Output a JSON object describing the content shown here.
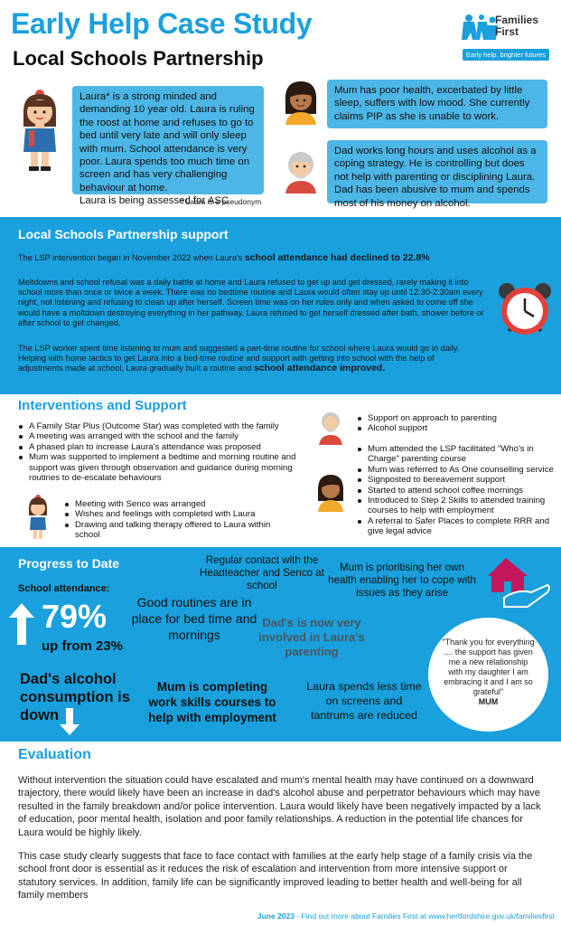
{
  "header": {
    "title": "Early Help Case Study",
    "subtitle": "Local Schools Partnership",
    "logo_name": "Families First",
    "logo_tagline": "Early help. brighter futures"
  },
  "story": {
    "laura": "Laura* is a strong minded and demanding 10 year old. Laura is ruling the roost at home and refuses to go to bed until very late and will only sleep with mum. School attendance is very poor. Laura spends too much time on screen and has very challenging behaviour at home.",
    "laura_asc": "Laura is being assessed for ASC",
    "mum": "Mum has poor health, excerbated by little sleep, suffers with low mood. She currently claims PIP as she is unable to work.",
    "dad": "Dad works long hours and uses alcohol as a coping strategy. He is controlling but does not help with parenting or disciplining Laura. Dad has been abusive to mum and spends most of his money on alcohol.",
    "pseudonym_note": "* Laura is a pseudonym"
  },
  "lsp": {
    "heading": "Local Schools Partnership support",
    "p1_start": "The LSP intervention began in November 2022 when Laura's ",
    "p1_bold": "school attendance had declined to 22.8%",
    "p2": "Meltdowns and school refusal was a daily battle at home and Laura refused to get up and get dressed, rarely making it into school more than once or twice a week. There was no bedtime routine and Laura would often stay up until 12:30-2:30am every night, not listening and refusing to clean up after herself. Screen time was on her rules only and when asked to come off she would have a meltdown destroying everything in her pathway. Laura refused to get herself dressed after bath, shower before or after school to get changed.",
    "p3_start": "The LSP worker spent time listening to mum and suggested a part-time routine for school where Laura would go in daily. Helping with home tactics to get Laura into a bed-time routine and support with getting into school with the help of adjustments made at school, Laura gradually built a routine and ",
    "p3_bold": "school attendance improved."
  },
  "interventions": {
    "heading": "Interventions and Support",
    "family": [
      "A Family Star Plus (Outcome Star) was completed with the family",
      "A meeting was arranged with the school and the family",
      "A phased plan to increase Laura's attendance was proposed",
      "Mum was supported to implement a bedtime and morning routine and support was given through observation and guidance during morning routines to de-escalate behaviours"
    ],
    "laura": [
      "Meeting with Senco was arranged",
      "Wishes and feelings with completed with Laura",
      "Drawing and talking therapy offered to Laura within school"
    ],
    "dad": [
      "Support on approach to parenting",
      "Alcohol support"
    ],
    "mum": [
      "Mum attended the LSP facilitated \"Who's in Charge\" parenting course",
      "Mum was referred to As One counselling service",
      "Signposted to bereavement support",
      "Started to attend school coffee mornings",
      "Introduced to Step 2 Skills to attended training courses to help with employment",
      "A referral to Safer Places to complete RRR and give legal advice"
    ]
  },
  "progress": {
    "heading": "Progress to Date",
    "attendance_label": "School attendance:",
    "attendance_pct": "79%",
    "attendance_from": "up from 23%",
    "dad_alcohol": "Dad's alcohol consumption is down",
    "headteacher": "Regular contact with the Headteacher and Senco at school",
    "mum_health": "Mum is prioritising her own health enabling her to cope with issues as they arise",
    "routines": "Good routines are in place for bed time and mornings",
    "dad_involved": "Dad's is now very involved in Laura's parenting",
    "mum_work": "Mum is completing work skills courses to help with employment",
    "screens": "Laura spends less time on screens and tantrums are reduced",
    "quote": "\"Thank you for everything .... the support has given me a new relationship with my daughter I am embracing it and I am so grateful\"",
    "quote_by": "MUM"
  },
  "evaluation": {
    "heading": "Evaluation",
    "p1": "Without intervention the situation could have escalated and mum's mental health may have continued on a downward trajectory, there would likely have been an increase in dad's alcohol abuse and perpetrator behaviours which may have resulted in the family breakdown and/or police intervention. Laura would likely have been negatively impacted by a lack of education, poor mental health, isolation and poor family relationships. A reduction in the potential life chances for Laura would be highly likely.",
    "p2": "This case study clearly suggests that face to face contact with families at the early help stage of a family crisis via the school front door is essential as it reduces the risk of escalation and intervention from more intensive support or statutory services. In addition, family life can be significantly improved leading to better health and well-being for all family members"
  },
  "footer": {
    "date": "June 2023",
    "text": " - Find out more about Families First at www.hertfordshire.gov.uk/familiesfirst"
  },
  "colors": {
    "brand_blue": "#1aa0dc",
    "bubble_blue": "#4cb6e6",
    "alarm_red": "#e2403a"
  },
  "icons": [
    "families-first-logo",
    "girl-avatar",
    "mum-avatar",
    "dad-avatar",
    "alarm-clock-icon",
    "house-hand-icon",
    "up-arrow-icon",
    "down-arrow-icon"
  ]
}
